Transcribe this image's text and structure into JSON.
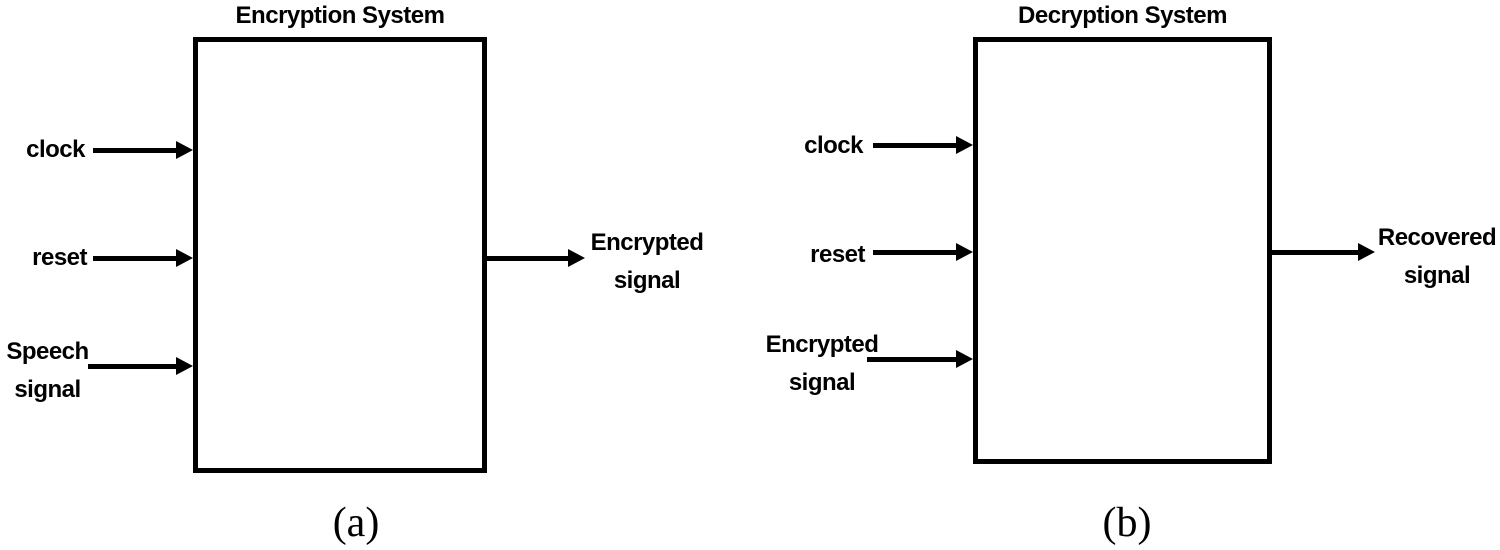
{
  "colors": {
    "line": "#000000",
    "background": "#ffffff"
  },
  "diagrams": [
    {
      "id": "a",
      "title": "Encryption System",
      "inputs": [
        {
          "label": "clock"
        },
        {
          "label": "reset"
        },
        {
          "label": "Speech\nsignal"
        }
      ],
      "output": {
        "label": "Encrypted\nsignal"
      },
      "caption": "(a)"
    },
    {
      "id": "b",
      "title": "Decryption System",
      "inputs": [
        {
          "label": "clock"
        },
        {
          "label": "reset"
        },
        {
          "label": "Encrypted\nsignal"
        }
      ],
      "output": {
        "label": "Recovered\nsignal"
      },
      "caption": "(b)"
    }
  ]
}
